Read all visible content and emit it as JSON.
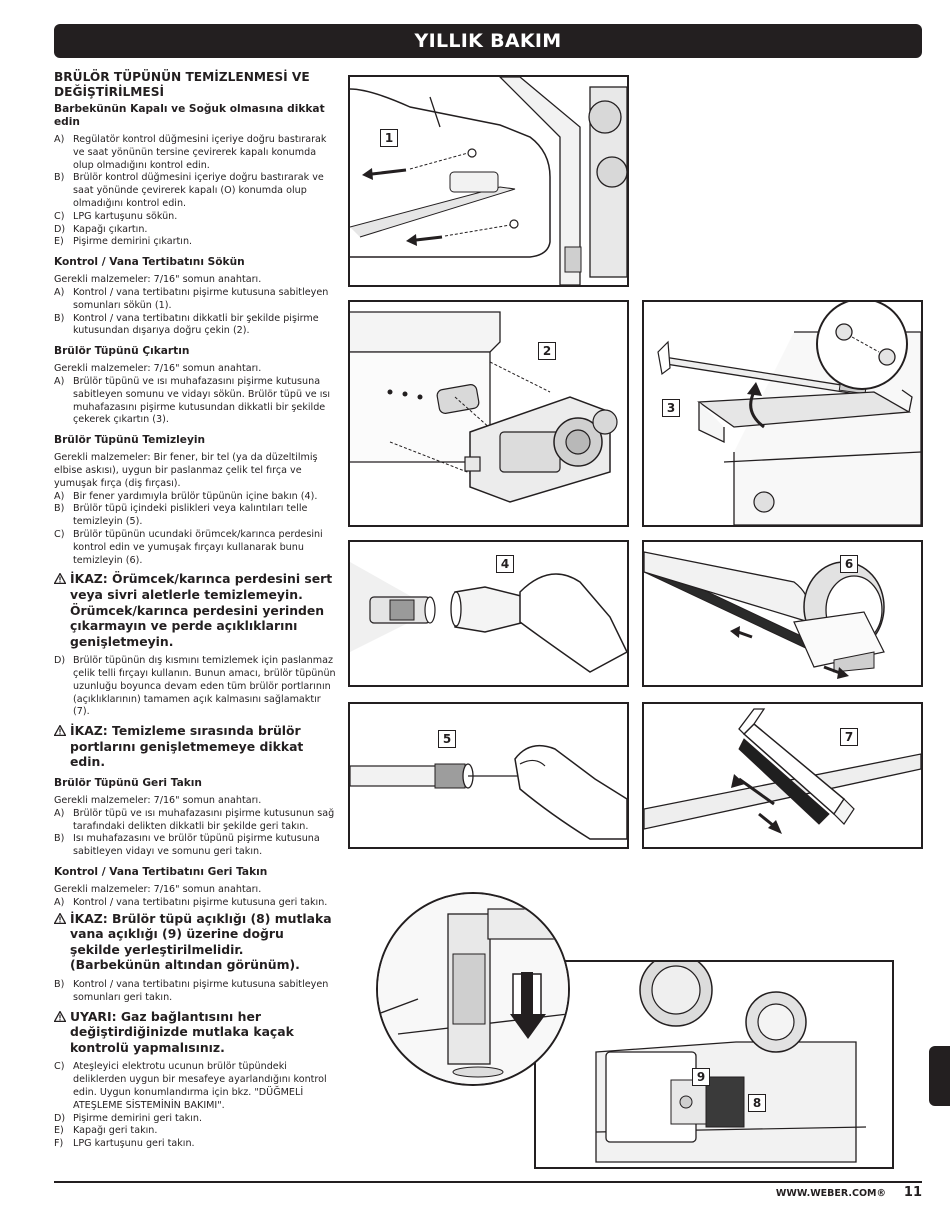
{
  "header": {
    "title": "YILLIK BAKIM"
  },
  "left": {
    "heading_1": "BRÜLÖR TÜPÜNÜN TEMİZLENMESİ VE",
    "heading_2": "DEĞİŞTİRİLMESİ",
    "s1": {
      "title": "Barbekünün Kapalı ve Soğuk olmasına dikkat edin",
      "items": [
        {
          "l": "A)",
          "t": "Regülatör kontrol düğmesini içeriye doğru bastırarak ve saat yönünün tersine çevirerek kapalı konumda olup olmadığını kontrol edin."
        },
        {
          "l": "B)",
          "t": "Brülör kontrol düğmesini içeriye doğru bastırarak ve saat yönünde çevirerek kapalı (O) konumda olup olmadığını kontrol edin."
        },
        {
          "l": "C)",
          "t": "LPG kartuşunu sökün."
        },
        {
          "l": "D)",
          "t": "Kapağı çıkartın."
        },
        {
          "l": "E)",
          "t": "Pişirme demirini çıkartın."
        }
      ]
    },
    "s2": {
      "title": "Kontrol / Vana Tertibatını Sökün",
      "req": "Gerekli malzemeler: 7/16\" somun anahtarı.",
      "items": [
        {
          "l": "A)",
          "t": "Kontrol / vana tertibatını pişirme kutusuna sabitleyen somunları sökün (1)."
        },
        {
          "l": "B)",
          "t": "Kontrol / vana tertibatını dikkatli bir şekilde pişirme kutusundan dışarıya doğru çekin (2)."
        }
      ]
    },
    "s3": {
      "title": "Brülör Tüpünü Çıkartın",
      "req": "Gerekli malzemeler: 7/16\" somun anahtarı.",
      "items": [
        {
          "l": "A)",
          "t": "Brülör tüpünü ve ısı muhafazasını pişirme kutusuna sabitleyen somunu ve vidayı sökün. Brülör tüpü ve ısı muhafazasını pişirme kutusundan dikkatli bir şekilde çekerek çıkartın (3)."
        }
      ]
    },
    "s4": {
      "title": "Brülör Tüpünü Temizleyin",
      "req": "Gerekli malzemeler: Bir fener, bir tel (ya da düzeltilmiş elbise askısı), uygun bir paslanmaz çelik tel fırça ve yumuşak fırça (diş fırçası).",
      "items": [
        {
          "l": "A)",
          "t": "Bir fener yardımıyla brülör tüpünün içine bakın (4)."
        },
        {
          "l": "B)",
          "t": "Brülör tüpü içindeki pislikleri veya kalıntıları telle temizleyin (5)."
        },
        {
          "l": "C)",
          "t": "Brülör tüpünün ucundaki örümcek/karınca perdesini kontrol edin ve yumuşak fırçayı kullanarak bunu temizleyin (6)."
        }
      ],
      "warning": "İKAZ: Örümcek/karınca perdesini sert veya sivri aletlerle temizlemeyin. Örümcek/karınca perdesini yerinden çıkarmayın ve perde açıklıklarını genişletmeyin.",
      "items2": [
        {
          "l": "D)",
          "t": "Brülör tüpünün dış kısmını temizlemek için paslanmaz çelik telli fırçayı kullanın. Bunun amacı, brülör tüpünün uzunluğu boyunca devam eden tüm brülör portlarının (açıklıklarının) tamamen açık kalmasını sağlamaktır (7)."
        }
      ],
      "warning2": "İKAZ: Temizleme sırasında brülör portlarını genişletmemeye dikkat edin."
    },
    "s5": {
      "title": "Brülör Tüpünü Geri Takın",
      "req": "Gerekli malzemeler: 7/16\" somun anahtarı.",
      "items": [
        {
          "l": "A)",
          "t": "Brülör tüpü ve ısı muhafazasını pişirme kutusunun sağ tarafındaki delikten dikkatli bir şekilde geri takın."
        },
        {
          "l": "B)",
          "t": "Isı muhafazasını ve brülör tüpünü pişirme kutusuna sabitleyen vidayı ve somunu geri takın."
        }
      ]
    },
    "s6": {
      "title": "Kontrol / Vana Tertibatını Geri Takın",
      "req": "Gerekli malzemeler: 7/16\" somun anahtarı.",
      "items": [
        {
          "l": "A)",
          "t": "Kontrol / vana tertibatını pişirme kutusuna geri takın."
        }
      ],
      "warning": "İKAZ: Brülör tüpü açıklığı (8) mutlaka vana açıklığı (9) üzerine doğru şekilde yerleştirilmelidir. (Barbekünün altından görünüm).",
      "items2": [
        {
          "l": "B)",
          "t": "Kontrol / vana tertibatını pişirme kutusuna sabitleyen somunları geri takın."
        }
      ],
      "warning2": "UYARI: Gaz bağlantısını her değiştirdiğinizde mutlaka kaçak kontrolü yapmalısınız.",
      "items3": [
        {
          "l": "C)",
          "t": "Ateşleyici elektrotu ucunun brülör tüpündeki deliklerden uygun bir mesafeye ayarlandığını kontrol edin. Uygun konumlandırma için bkz. \"DÜĞMELİ ATEŞLEME SİSTEMİNİN BAKIMI\"."
        },
        {
          "l": "D)",
          "t": "Pişirme demirini geri takın."
        },
        {
          "l": "E)",
          "t": "Kapağı geri takın."
        },
        {
          "l": "F)",
          "t": "LPG kartuşunu geri takın."
        }
      ]
    }
  },
  "figures": {
    "n1": "1",
    "n2": "2",
    "n3": "3",
    "n4": "4",
    "n5": "5",
    "n6": "6",
    "n7": "7",
    "n8": "8",
    "n9": "9"
  },
  "footer": {
    "url": "WWW.WEBER.COM®",
    "page": "11"
  }
}
